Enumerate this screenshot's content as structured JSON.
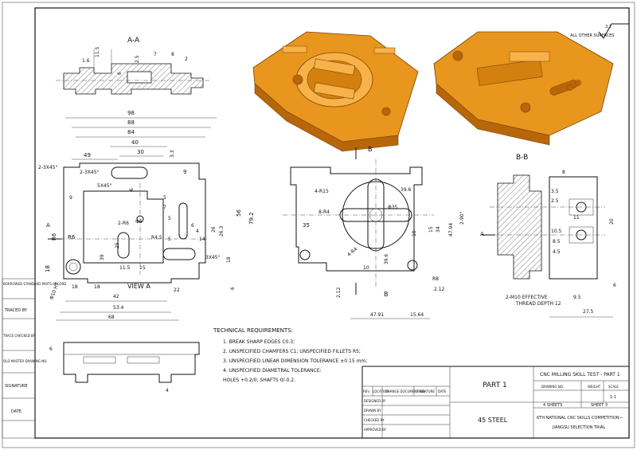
{
  "left_records": {
    "borrowed_record": "BORROWED STANDARD PARTS RECORD",
    "traced_by": "TRACED BY",
    "trace_checked_by": "TRACE CHECKED BY",
    "old_master_drawing": "OLD MASTER DRAWING NO.",
    "signature": "SIGNATURE",
    "date": "DATE"
  },
  "views": {
    "section_aa": "A-A",
    "section_bb": "B-B",
    "view_a": "VIEW A",
    "b_marker": "B",
    "a_marker": "A"
  },
  "roughness": {
    "value": "3.2",
    "note": "ALL OTHER SURFACES"
  },
  "dims_main": {
    "d98": "98",
    "d88": "88",
    "d84": "84",
    "d40": "40",
    "d49": "49",
    "d30": "30",
    "d3_3": "3.3",
    "d9": "9",
    "ch_2x3x45_a": "2-3X45°",
    "ch_2x3x45_b": "2-3X45°",
    "ch_5x45": "5X45°",
    "d6": "6",
    "d5a": "5",
    "d7": "7",
    "d5b": "5",
    "d5c": "5",
    "r6_a": "R6",
    "r6_b": "R6",
    "r2_6": "2-R6",
    "d25": "25",
    "d39": "39",
    "phi6": "Φ6",
    "d6b": "6",
    "d4": "4",
    "d14": "14",
    "d26": "26",
    "d26_3": "26.3",
    "d56": "56",
    "d79_2": "79.2",
    "r4_5": "R4.5",
    "ch_3x45": "3X45°",
    "d18a": "18",
    "d18b": "18",
    "d18c": "18",
    "d42": "42",
    "d11_5": "11.5",
    "d15": "15",
    "d22": "22",
    "d6c": "6",
    "d53_4": "53.4",
    "d68": "68",
    "phi10": "Φ10 H7",
    "d9b": "9"
  },
  "dims_aa": {
    "d11_5": "11.5",
    "d1_6": "1.6",
    "d2_5": "2.5",
    "d7": "7",
    "d8": "8",
    "d6": "6",
    "d2": "2"
  },
  "dims_center": {
    "r4_15": "4-R15",
    "r8_4": "8-R4",
    "d39_6a": "39.6",
    "d39_6b": "39.6",
    "phi35": "Φ35",
    "d35": "35",
    "d10a": "10",
    "d15": "15",
    "d34": "34",
    "d47_94": "47.94",
    "d2_90": "2-90°",
    "r4_4": "4-R4",
    "d10b": "10",
    "r8": "R8",
    "d2_12a": "2.12",
    "d2_12b": "2.12",
    "d47_91": "47.91",
    "d15_64": "15.64"
  },
  "dims_bb": {
    "d8": "8",
    "d3_5": "3.5",
    "d2_5": "2.5",
    "d11": "11",
    "d10_5": "10.5",
    "d8_5": "8.5",
    "d4_5": "4.5",
    "d20": "20",
    "d6": "6",
    "d9_5": "9.5",
    "d27_5": "27.5",
    "thread": "2-M10 EFFECTIVE",
    "thread2": "THREAD DEPTH 12"
  },
  "dims_bottom": {
    "d6": "6",
    "d4": "4"
  },
  "technical": {
    "title": "TECHNICAL    REQUIREMENTS:",
    "items": [
      "1. BREAK SHARP EDGES C0.3;",
      "2. UNSPECIFIED CHAMFERS C1; UNSPECIFIED FILLETS R5;",
      "3. UNSPECIFIED LINEAR DIMENSION TOLERANCE ±0.15 mm;",
      "4. UNSPECIFIED DIAMETRAL TOLERANCE:",
      "   HOLES +0.2/0; SHAFTS 0/-0.2."
    ]
  },
  "title_block": {
    "part": "PART 1",
    "material": "45 STEEL",
    "title": "CNC MILLING SKILL TEST - PART 1",
    "drawing_no": "DRAWING NO.",
    "weight": "WEIGHT",
    "scale": "SCALE",
    "scale_value": "1:1",
    "sheets": "4 SHEETS",
    "sheet": "SHEET 3",
    "competition_1": "6TH NATIONAL CNC SKILLS COMPETITION—",
    "competition_2": "JIANGSU SELECTION TRIAL",
    "rev": "REV.",
    "location": "LOCATION",
    "change_doc": "CHANGE DOCUMENT NO.",
    "signature": "SIGNATURE",
    "date": "DATE",
    "designed_by": "DESIGNED BY",
    "drawn_by": "DRAWN BY",
    "checked_by": "CHECKED BY",
    "approved_by": "APPROVED BY"
  },
  "colors": {
    "render": "#e9961f",
    "render_dark": "#b8660a",
    "render_light": "#f7b24a"
  }
}
